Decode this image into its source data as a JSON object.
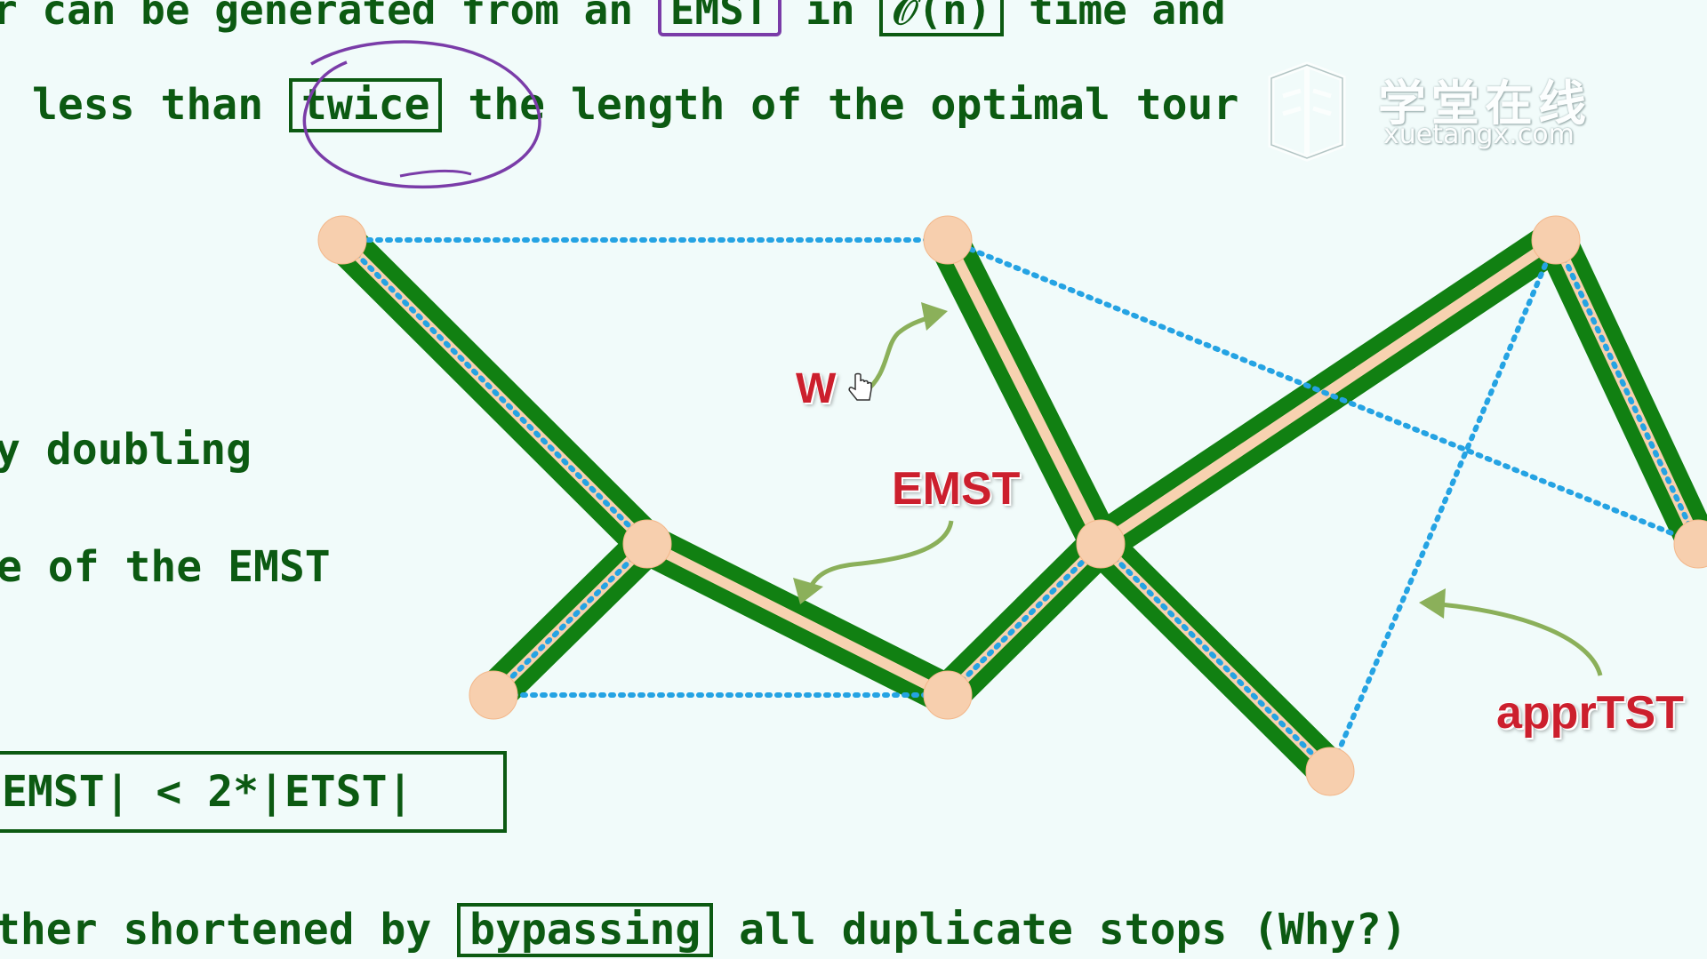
{
  "slide": {
    "line1": {
      "pre": "r can be generated from an ",
      "box1": "EMST",
      "mid": " in ",
      "box2": "𝒪(n)",
      "post": " time and"
    },
    "line2": {
      "pre": "less than ",
      "box": "twice",
      "post": " the length of the optimal tour"
    },
    "line3": "y doubling",
    "line4": "e of the EMST",
    "formula": "EMST| < 2*|ETST|",
    "line5": {
      "pre": "ther shortened by ",
      "box": "bypassing",
      "post": " all duplicate stops (Why?)"
    }
  },
  "labels": {
    "w": "W",
    "emst": "EMST",
    "apprtst": "apprTST"
  },
  "watermark": {
    "logo_text": "学堂在线",
    "domain": "xuetangx.com"
  },
  "colors": {
    "background": "#f1fbfa",
    "text": "#0c5a12",
    "emst_edge": "#118012",
    "emst_core": "#f7d2b0",
    "node": "#f7cfae",
    "tour": "#25a3e3",
    "label": "#cc1f2d",
    "arrow": "#8bb05a",
    "annotation": "#7a3ca8"
  },
  "graph": {
    "nodes": [
      "A",
      "B",
      "C",
      "D",
      "E",
      "F",
      "G",
      "H",
      "I"
    ],
    "emst_edges": [
      [
        "A",
        "B"
      ],
      [
        "B",
        "C"
      ],
      [
        "B",
        "D"
      ],
      [
        "D",
        "E"
      ],
      [
        "E",
        "F"
      ],
      [
        "E",
        "G"
      ],
      [
        "E",
        "H"
      ],
      [
        "H",
        "I"
      ]
    ],
    "tour_order": [
      "A",
      "B",
      "C",
      "D",
      "E",
      "G",
      "H",
      "I",
      "F",
      "A"
    ]
  }
}
